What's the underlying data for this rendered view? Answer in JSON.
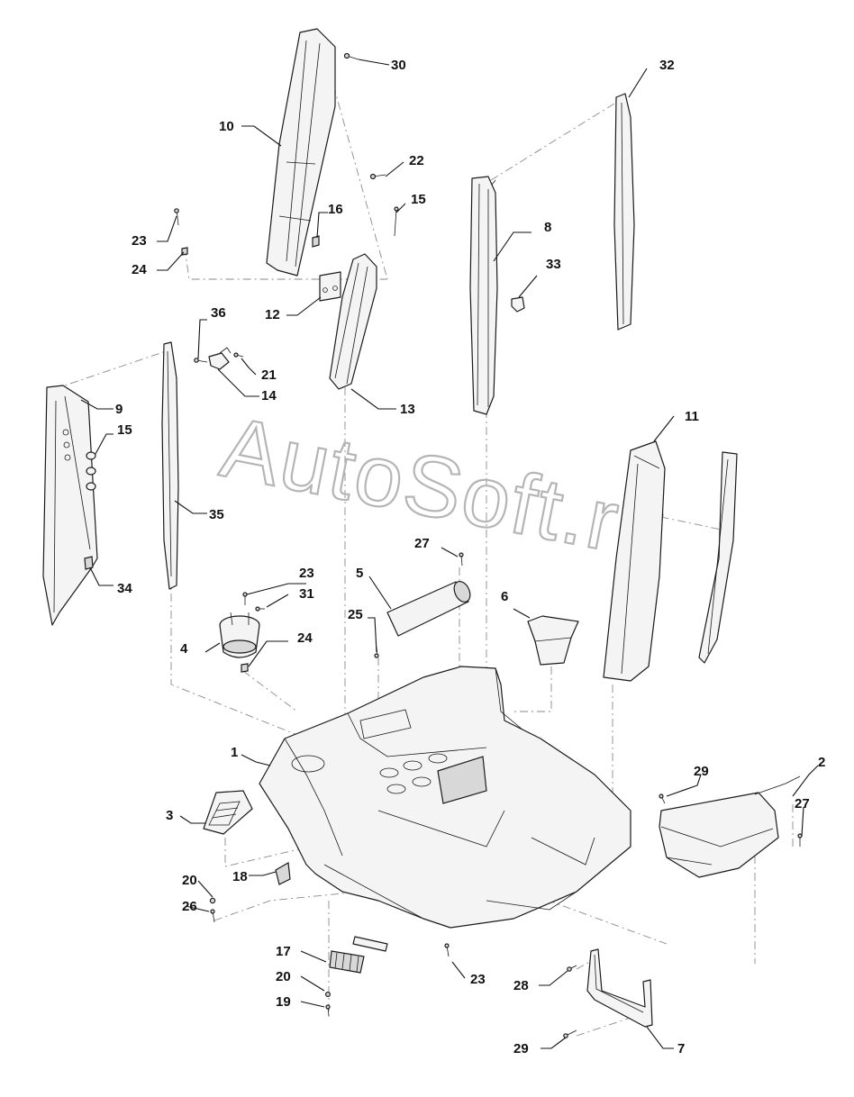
{
  "watermark": "AutoSoft.ru",
  "callouts": {
    "c1": "1",
    "c2": "2",
    "c3": "3",
    "c4": "4",
    "c5": "5",
    "c6": "6",
    "c7": "7",
    "c8": "8",
    "c9": "9",
    "c10": "10",
    "c11": "11",
    "c12": "12",
    "c13": "13",
    "c14": "14",
    "c15a": "15",
    "c15b": "15",
    "c16": "16",
    "c17": "17",
    "c18": "18",
    "c19": "19",
    "c20a": "20",
    "c20b": "20",
    "c21": "21",
    "c22": "22",
    "c23a": "23",
    "c23b": "23",
    "c23c": "23",
    "c24a": "24",
    "c24b": "24",
    "c25": "25",
    "c26": "26",
    "c27a": "27",
    "c27b": "27",
    "c28": "28",
    "c29a": "29",
    "c29b": "29",
    "c30": "30",
    "c31": "31",
    "c32": "32",
    "c33": "33",
    "c34": "34",
    "c35": "35",
    "c36": "36"
  }
}
